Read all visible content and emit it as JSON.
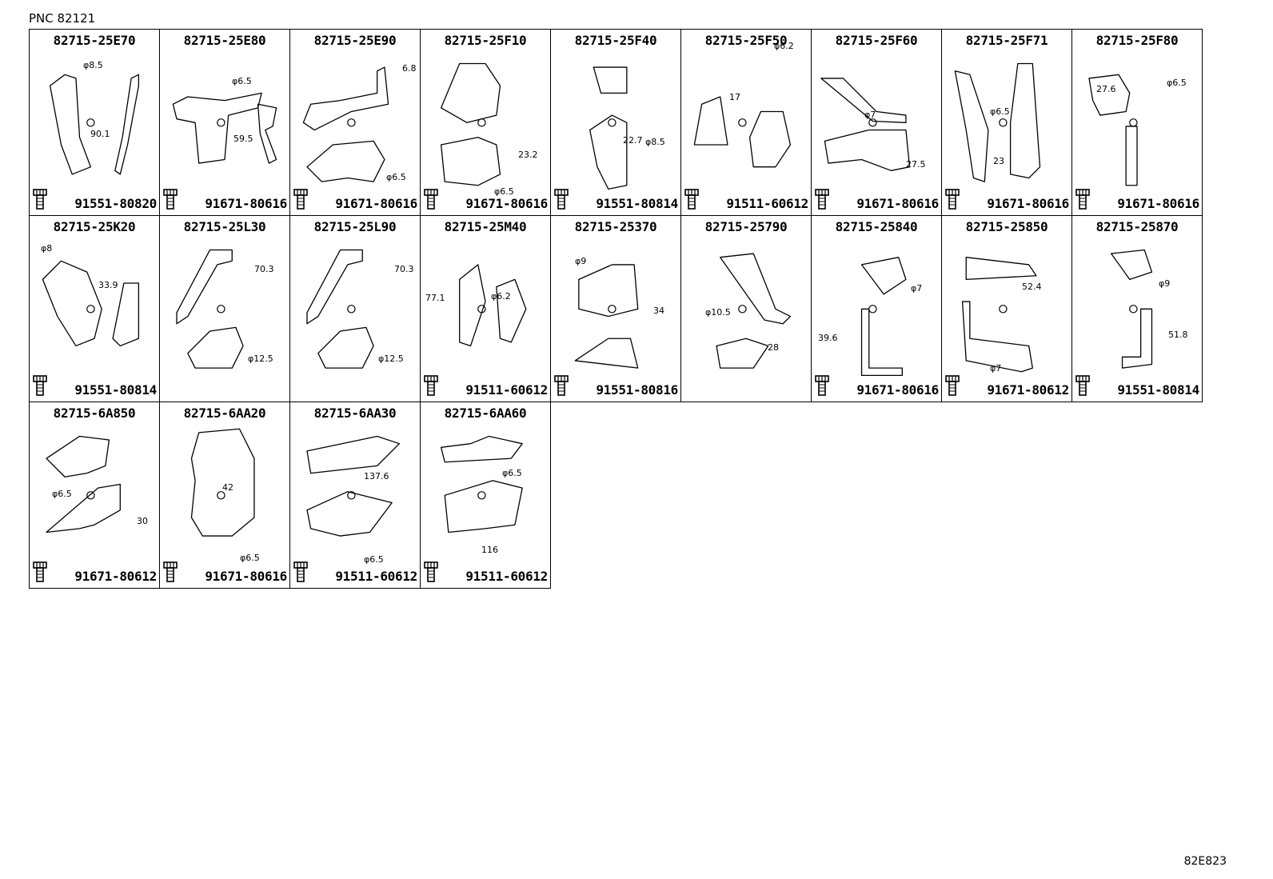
{
  "pnc": "PNC 82121",
  "doc_id": "82E823",
  "parts": [
    {
      "part": "82715-25E70",
      "bolt": "91551-80820",
      "dims": [
        "φ8.5",
        "90.1"
      ]
    },
    {
      "part": "82715-25E80",
      "bolt": "91671-80616",
      "dims": [
        "φ6.5",
        "59.5"
      ]
    },
    {
      "part": "82715-25E90",
      "bolt": "91671-80616",
      "dims": [
        "6.8",
        "φ6.5"
      ]
    },
    {
      "part": "82715-25F10",
      "bolt": "91671-80616",
      "dims": [
        "23.2",
        "φ6.5"
      ]
    },
    {
      "part": "82715-25F40",
      "bolt": "91551-80814",
      "dims": [
        "22.7",
        "φ8.5"
      ]
    },
    {
      "part": "82715-25F50",
      "bolt": "91511-60612",
      "dims": [
        "17",
        "φ6.2"
      ]
    },
    {
      "part": "82715-25F60",
      "bolt": "91671-80616",
      "dims": [
        "φ7",
        "27.5"
      ]
    },
    {
      "part": "82715-25F71",
      "bolt": "91671-80616",
      "dims": [
        "φ6.5",
        "23"
      ]
    },
    {
      "part": "82715-25F80",
      "bolt": "91671-80616",
      "dims": [
        "27.6",
        "φ6.5"
      ]
    },
    {
      "part": "82715-25K20",
      "bolt": "91551-80814",
      "dims": [
        "φ8",
        "33.9"
      ]
    },
    {
      "part": "82715-25L30",
      "bolt": "",
      "dims": [
        "70.3",
        "φ12.5"
      ]
    },
    {
      "part": "82715-25L90",
      "bolt": "",
      "dims": [
        "70.3",
        "φ12.5"
      ]
    },
    {
      "part": "82715-25M40",
      "bolt": "91511-60612",
      "dims": [
        "77.1",
        "φ6.2"
      ]
    },
    {
      "part": "82715-25370",
      "bolt": "91551-80816",
      "dims": [
        "φ9",
        "34"
      ]
    },
    {
      "part": "82715-25790",
      "bolt": "",
      "dims": [
        "φ10.5",
        "28"
      ]
    },
    {
      "part": "82715-25840",
      "bolt": "91671-80616",
      "dims": [
        "φ7",
        "39.6"
      ]
    },
    {
      "part": "82715-25850",
      "bolt": "91671-80612",
      "dims": [
        "52.4",
        "φ7"
      ]
    },
    {
      "part": "82715-25870",
      "bolt": "91551-80814",
      "dims": [
        "φ9",
        "51.8"
      ]
    },
    {
      "part": "82715-6A850",
      "bolt": "91671-80612",
      "dims": [
        "φ6.5",
        "30"
      ]
    },
    {
      "part": "82715-6AA20",
      "bolt": "91671-80616",
      "dims": [
        "42",
        "φ6.5"
      ]
    },
    {
      "part": "82715-6AA30",
      "bolt": "91511-60612",
      "dims": [
        "137.6",
        "φ6.5"
      ]
    },
    {
      "part": "82715-6AA60",
      "bolt": "91511-60612",
      "dims": [
        "φ6.5",
        "116"
      ]
    }
  ]
}
